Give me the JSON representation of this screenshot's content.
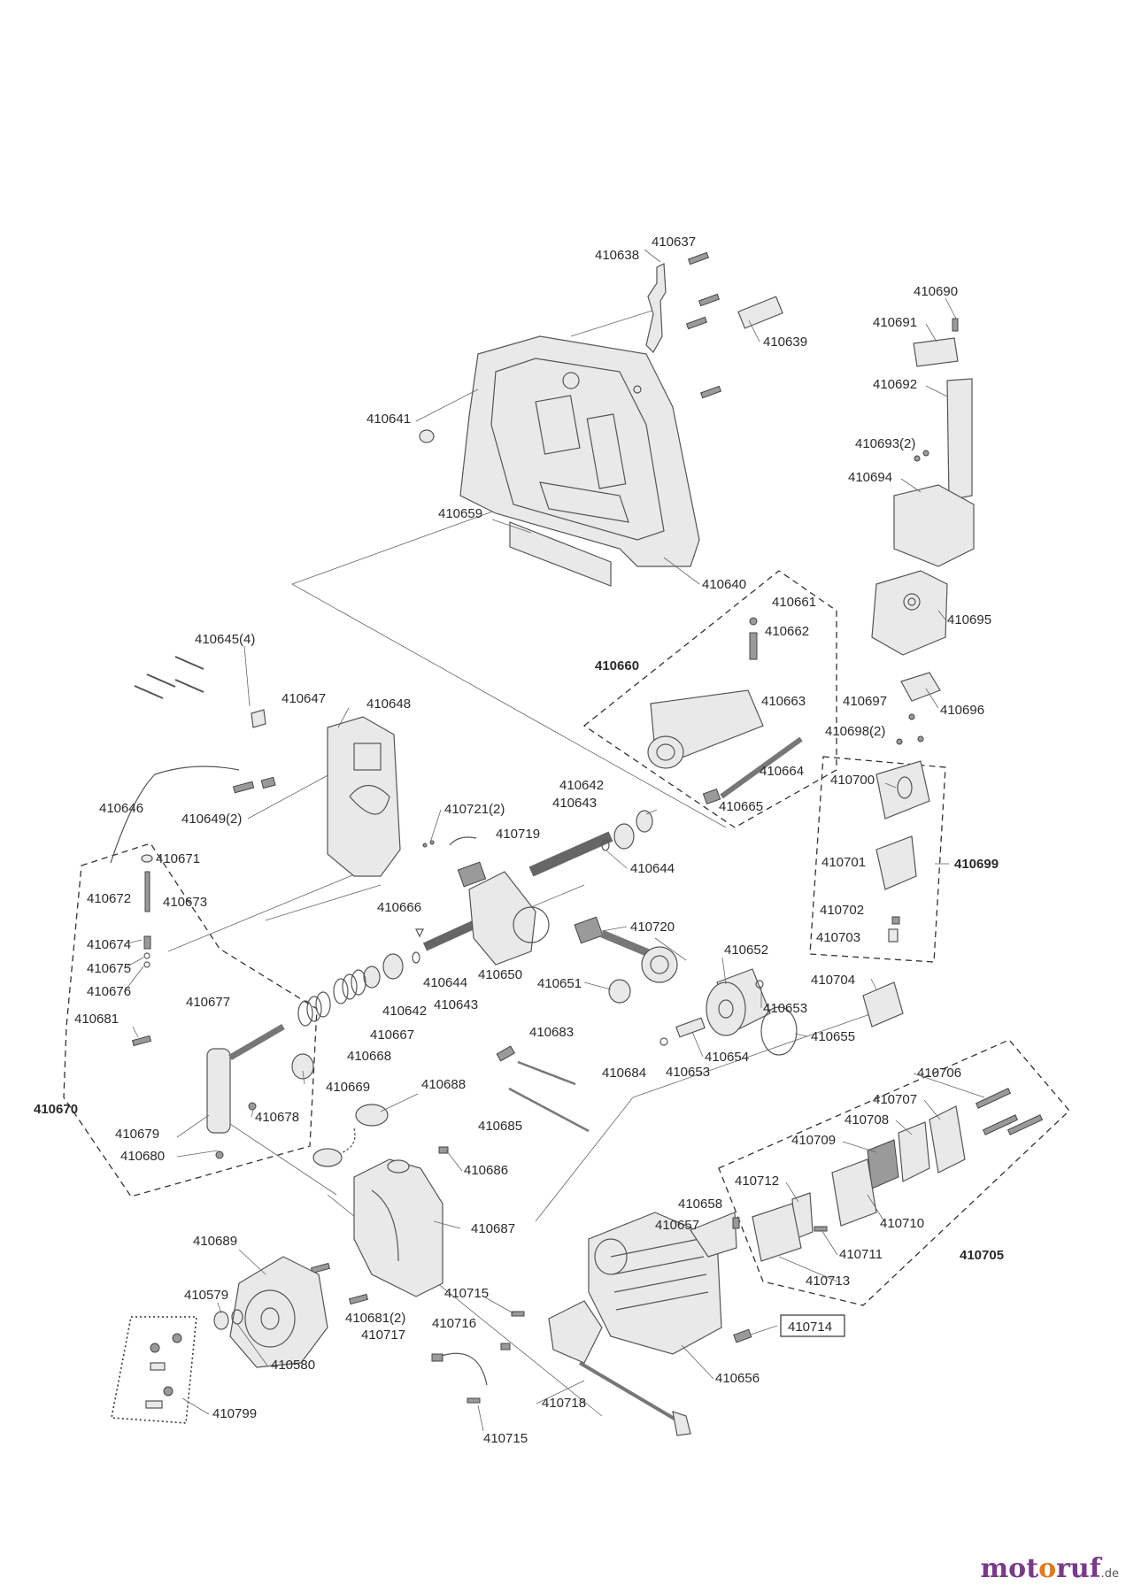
{
  "labels": [
    {
      "id": "l410637",
      "text": "410637"
    },
    {
      "id": "l410638",
      "text": "410638"
    },
    {
      "id": "l410639",
      "text": "410639"
    },
    {
      "id": "l410641",
      "text": "410641"
    },
    {
      "id": "l410659",
      "text": "410659"
    },
    {
      "id": "l410640",
      "text": "410640"
    },
    {
      "id": "l410690",
      "text": "410690"
    },
    {
      "id": "l410691",
      "text": "410691"
    },
    {
      "id": "l410692",
      "text": "410692"
    },
    {
      "id": "l410693",
      "text": "410693(2)"
    },
    {
      "id": "l410694",
      "text": "410694"
    },
    {
      "id": "l410695",
      "text": "410695"
    },
    {
      "id": "l410661",
      "text": "410661"
    },
    {
      "id": "l410662",
      "text": "410662"
    },
    {
      "id": "l410660",
      "text": "410660"
    },
    {
      "id": "l410663",
      "text": "410663"
    },
    {
      "id": "l410664",
      "text": "410664"
    },
    {
      "id": "l410665",
      "text": "410665"
    },
    {
      "id": "l410697",
      "text": "410697"
    },
    {
      "id": "l410696",
      "text": "410696"
    },
    {
      "id": "l410698",
      "text": "410698(2)"
    },
    {
      "id": "l410700",
      "text": "410700"
    },
    {
      "id": "l410699",
      "text": "410699"
    },
    {
      "id": "l410701",
      "text": "410701"
    },
    {
      "id": "l410702",
      "text": "410702"
    },
    {
      "id": "l410703",
      "text": "410703"
    },
    {
      "id": "l410704",
      "text": "410704"
    },
    {
      "id": "l410645",
      "text": "410645(4)"
    },
    {
      "id": "l410647",
      "text": "410647"
    },
    {
      "id": "l410648",
      "text": "410648"
    },
    {
      "id": "l410646",
      "text": "410646"
    },
    {
      "id": "l410649",
      "text": "410649(2)"
    },
    {
      "id": "l410642a",
      "text": "410642"
    },
    {
      "id": "l410643a",
      "text": "410643"
    },
    {
      "id": "l410721",
      "text": "410721(2)"
    },
    {
      "id": "l410719",
      "text": "410719"
    },
    {
      "id": "l410644a",
      "text": "410644"
    },
    {
      "id": "l410671",
      "text": "410671"
    },
    {
      "id": "l410672",
      "text": "410672"
    },
    {
      "id": "l410673",
      "text": "410673"
    },
    {
      "id": "l410666",
      "text": "410666"
    },
    {
      "id": "l410720",
      "text": "410720"
    },
    {
      "id": "l410674",
      "text": "410674"
    },
    {
      "id": "l410675",
      "text": "410675"
    },
    {
      "id": "l410676",
      "text": "410676"
    },
    {
      "id": "l410650",
      "text": "410650"
    },
    {
      "id": "l410644b",
      "text": "410644"
    },
    {
      "id": "l410652",
      "text": "410652"
    },
    {
      "id": "l410651",
      "text": "410651"
    },
    {
      "id": "l410677",
      "text": "410677"
    },
    {
      "id": "l410642b",
      "text": "410642"
    },
    {
      "id": "l410643b",
      "text": "410643"
    },
    {
      "id": "l410653a",
      "text": "410653"
    },
    {
      "id": "l410681a",
      "text": "410681"
    },
    {
      "id": "l410667",
      "text": "410667"
    },
    {
      "id": "l410655",
      "text": "410655"
    },
    {
      "id": "l410683",
      "text": "410683"
    },
    {
      "id": "l410668",
      "text": "410668"
    },
    {
      "id": "l410654",
      "text": "410654"
    },
    {
      "id": "l410653b",
      "text": "410653"
    },
    {
      "id": "l410684",
      "text": "410684"
    },
    {
      "id": "l410670",
      "text": "410670"
    },
    {
      "id": "l410669",
      "text": "410669"
    },
    {
      "id": "l410688",
      "text": "410688"
    },
    {
      "id": "l410706",
      "text": "410706"
    },
    {
      "id": "l410707",
      "text": "410707"
    },
    {
      "id": "l410708",
      "text": "410708"
    },
    {
      "id": "l410679",
      "text": "410679"
    },
    {
      "id": "l410678",
      "text": "410678"
    },
    {
      "id": "l410685",
      "text": "410685"
    },
    {
      "id": "l410709",
      "text": "410709"
    },
    {
      "id": "l410680",
      "text": "410680"
    },
    {
      "id": "l410686",
      "text": "410686"
    },
    {
      "id": "l410712",
      "text": "410712"
    },
    {
      "id": "l410658",
      "text": "410658"
    },
    {
      "id": "l410657",
      "text": "410657"
    },
    {
      "id": "l410710",
      "text": "410710"
    },
    {
      "id": "l410687",
      "text": "410687"
    },
    {
      "id": "l410705",
      "text": "410705"
    },
    {
      "id": "l410711",
      "text": "410711"
    },
    {
      "id": "l410689",
      "text": "410689"
    },
    {
      "id": "l410713",
      "text": "410713"
    },
    {
      "id": "l410715a",
      "text": "410715"
    },
    {
      "id": "l410579",
      "text": "410579"
    },
    {
      "id": "l410681b",
      "text": "410681(2)"
    },
    {
      "id": "l410716",
      "text": "410716"
    },
    {
      "id": "l410714",
      "text": "410714"
    },
    {
      "id": "l410717",
      "text": "410717"
    },
    {
      "id": "l410580",
      "text": "410580"
    },
    {
      "id": "l410656",
      "text": "410656"
    },
    {
      "id": "l410718",
      "text": "410718"
    },
    {
      "id": "l410799",
      "text": "410799"
    },
    {
      "id": "l410715b",
      "text": "410715"
    }
  ],
  "brand": {
    "name_part1": "mot",
    "name_part2": "o",
    "name_part3": "ruf",
    "tld": ".de"
  }
}
